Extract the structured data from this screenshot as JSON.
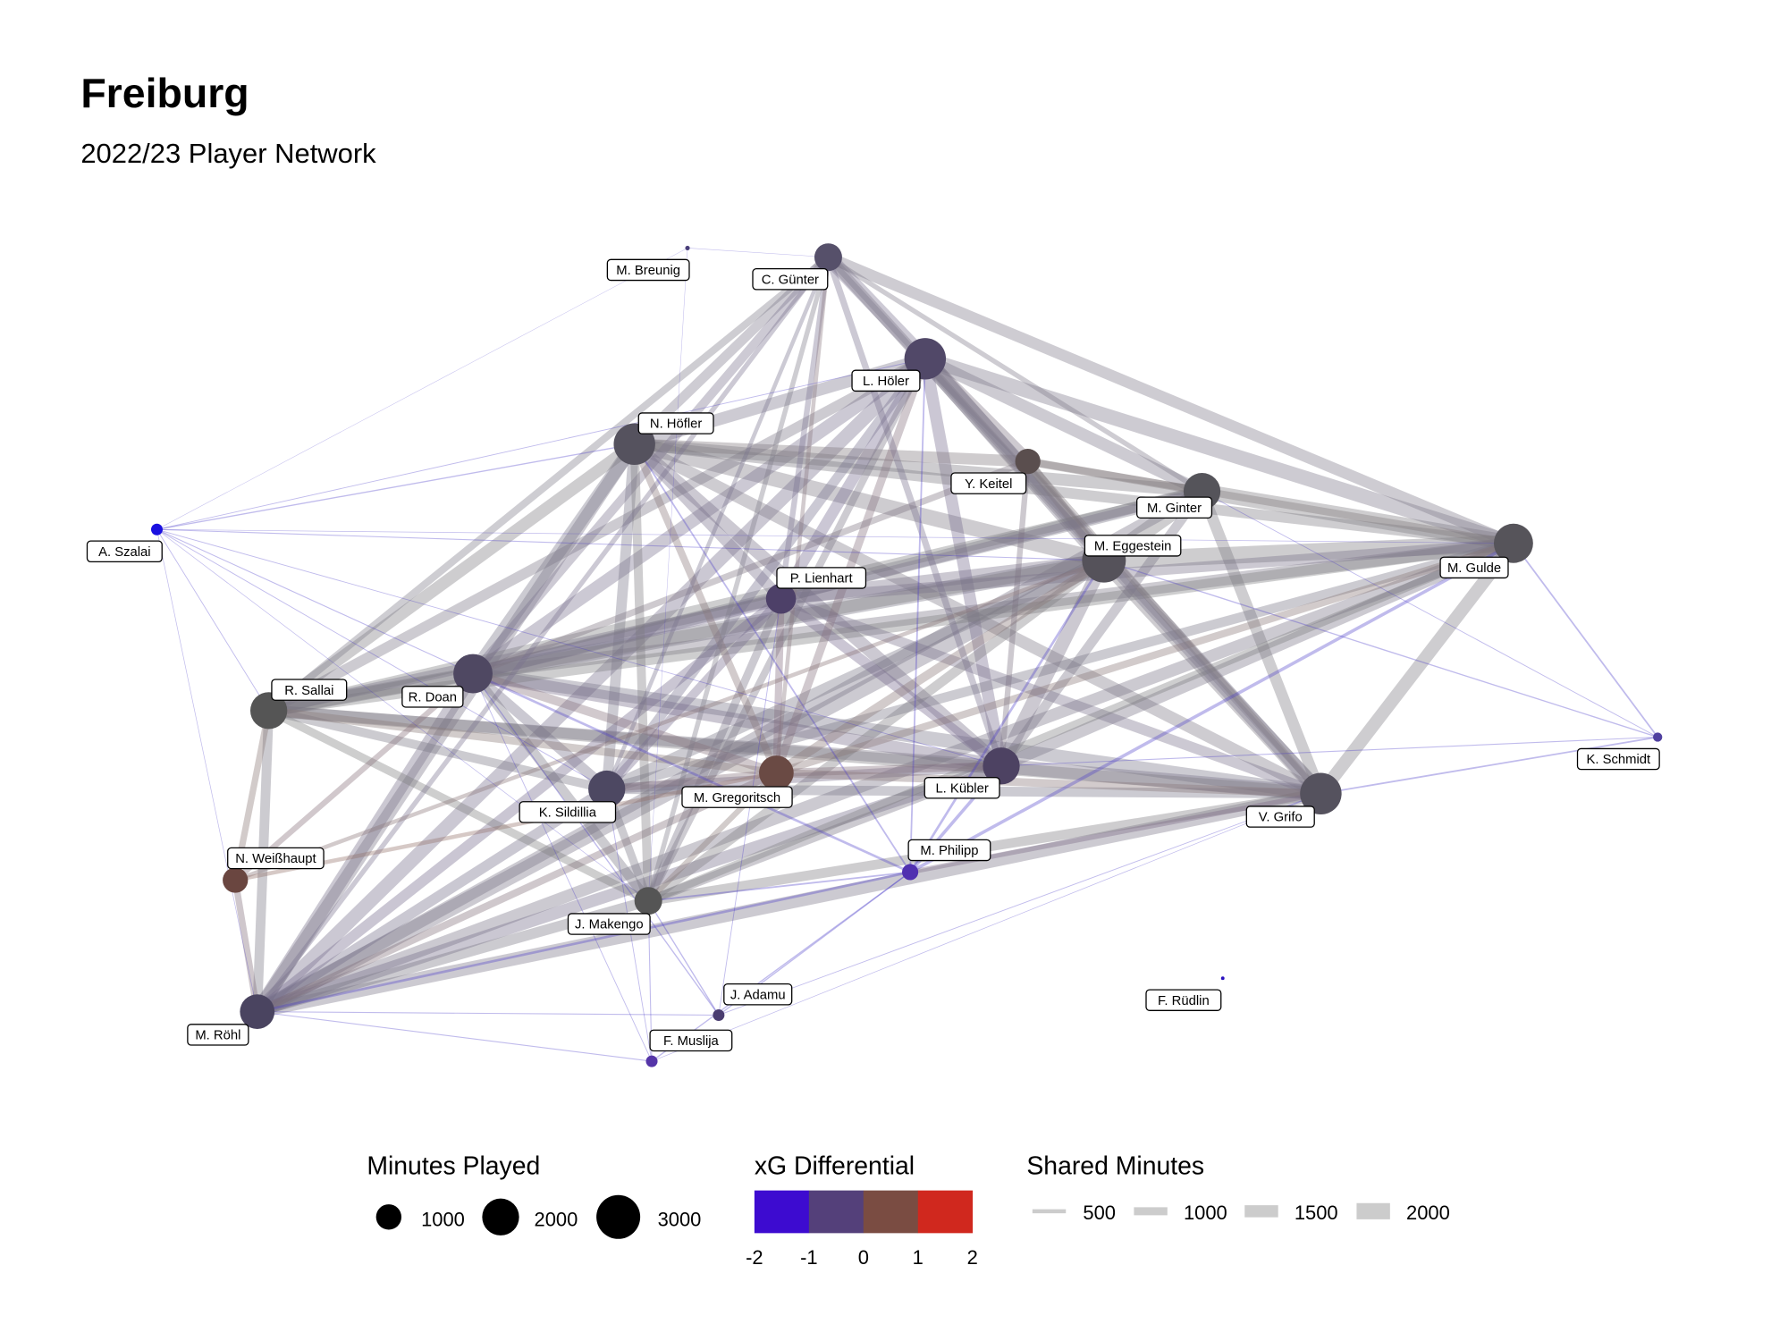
{
  "chart_data": {
    "type": "network",
    "title": "Freiburg",
    "subtitle": "2022/23 Player Network",
    "players": [
      {
        "name": "M. Breunig",
        "minutes": 30,
        "color": "#4a3f7a"
      },
      {
        "name": "C. Günter",
        "minutes": 1080,
        "color": "#56506a"
      },
      {
        "name": "L. Höler",
        "minutes": 2430,
        "color": "#514868"
      },
      {
        "name": "N. Höfler",
        "minutes": 2430,
        "color": "#55525e"
      },
      {
        "name": "Y. Keitel",
        "minutes": 900,
        "color": "#5a4e4e"
      },
      {
        "name": "M. Ginter",
        "minutes": 1920,
        "color": "#55545a"
      },
      {
        "name": "M. Eggestein",
        "minutes": 2700,
        "color": "#55525a"
      },
      {
        "name": "M. Gulde",
        "minutes": 2170,
        "color": "#56545a"
      },
      {
        "name": "A. Szalai",
        "minutes": 190,
        "color": "#1a10e0"
      },
      {
        "name": "P. Lienhart",
        "minutes": 1270,
        "color": "#4d4068"
      },
      {
        "name": "R. Sallai",
        "minutes": 1920,
        "color": "#555555"
      },
      {
        "name": "R. Doan",
        "minutes": 2170,
        "color": "#4f4862"
      },
      {
        "name": "K. Schmidt",
        "minutes": 120,
        "color": "#5040a0"
      },
      {
        "name": "L. Kübler",
        "minutes": 1920,
        "color": "#4d4262"
      },
      {
        "name": "M. Gregoritsch",
        "minutes": 1690,
        "color": "#6a4a44"
      },
      {
        "name": "K. Sildillia",
        "minutes": 1920,
        "color": "#4d4862"
      },
      {
        "name": "V. Grifo",
        "minutes": 2430,
        "color": "#55525e"
      },
      {
        "name": "M. Philipp",
        "minutes": 370,
        "color": "#5030b0"
      },
      {
        "name": "N. Weißhaupt",
        "minutes": 900,
        "color": "#6a4640"
      },
      {
        "name": "J. Makengo",
        "minutes": 1080,
        "color": "#555555"
      },
      {
        "name": "F. Rüdlin",
        "minutes": 15,
        "color": "#2a10c0"
      },
      {
        "name": "J. Adamu",
        "minutes": 190,
        "color": "#4a3d70"
      },
      {
        "name": "M. Röhl",
        "minutes": 1690,
        "color": "#4a4460"
      },
      {
        "name": "F. Muslija",
        "minutes": 190,
        "color": "#5535a8"
      }
    ],
    "edges": [
      [
        1,
        2,
        1800
      ],
      [
        1,
        3,
        1200
      ],
      [
        1,
        6,
        1300
      ],
      [
        1,
        7,
        1400
      ],
      [
        1,
        11,
        1100
      ],
      [
        1,
        13,
        800
      ],
      [
        1,
        9,
        700
      ],
      [
        1,
        10,
        900
      ],
      [
        1,
        5,
        600
      ],
      [
        1,
        16,
        700
      ],
      [
        1,
        22,
        600
      ],
      [
        1,
        14,
        500
      ],
      [
        1,
        15,
        500
      ],
      [
        1,
        19,
        600
      ],
      [
        2,
        3,
        1500
      ],
      [
        2,
        4,
        1700
      ],
      [
        2,
        5,
        1500
      ],
      [
        2,
        6,
        2000
      ],
      [
        2,
        7,
        1800
      ],
      [
        2,
        9,
        1400
      ],
      [
        2,
        10,
        1300
      ],
      [
        2,
        11,
        1600
      ],
      [
        2,
        13,
        1500
      ],
      [
        2,
        14,
        1000
      ],
      [
        2,
        15,
        1200
      ],
      [
        2,
        16,
        1700
      ],
      [
        2,
        19,
        900
      ],
      [
        2,
        22,
        1700
      ],
      [
        3,
        4,
        1400
      ],
      [
        3,
        5,
        1500
      ],
      [
        3,
        6,
        1900
      ],
      [
        3,
        7,
        1300
      ],
      [
        3,
        9,
        1400
      ],
      [
        3,
        10,
        1500
      ],
      [
        3,
        11,
        1700
      ],
      [
        3,
        13,
        1600
      ],
      [
        3,
        14,
        900
      ],
      [
        3,
        15,
        1300
      ],
      [
        3,
        16,
        1500
      ],
      [
        3,
        19,
        1100
      ],
      [
        3,
        22,
        1600
      ],
      [
        3,
        8,
        150
      ],
      [
        4,
        6,
        1200
      ],
      [
        4,
        5,
        1000
      ],
      [
        4,
        7,
        900
      ],
      [
        4,
        16,
        800
      ],
      [
        4,
        11,
        800
      ],
      [
        4,
        13,
        700
      ],
      [
        5,
        6,
        2000
      ],
      [
        5,
        7,
        1900
      ],
      [
        5,
        11,
        1600
      ],
      [
        5,
        16,
        1400
      ],
      [
        5,
        13,
        1200
      ],
      [
        5,
        10,
        1300
      ],
      [
        5,
        22,
        1500
      ],
      [
        5,
        9,
        1100
      ],
      [
        6,
        7,
        2100
      ],
      [
        6,
        9,
        1700
      ],
      [
        6,
        10,
        1500
      ],
      [
        6,
        11,
        2000
      ],
      [
        6,
        13,
        1700
      ],
      [
        6,
        14,
        1100
      ],
      [
        6,
        15,
        1400
      ],
      [
        6,
        16,
        1900
      ],
      [
        6,
        19,
        1200
      ],
      [
        6,
        22,
        1900
      ],
      [
        6,
        18,
        500
      ],
      [
        7,
        16,
        1600
      ],
      [
        7,
        11,
        1500
      ],
      [
        7,
        13,
        1500
      ],
      [
        7,
        10,
        1400
      ],
      [
        7,
        22,
        1500
      ],
      [
        7,
        14,
        900
      ],
      [
        7,
        15,
        1200
      ],
      [
        7,
        9,
        1300
      ],
      [
        7,
        19,
        1000
      ],
      [
        7,
        12,
        200
      ],
      [
        7,
        17,
        400
      ],
      [
        9,
        11,
        1600
      ],
      [
        9,
        13,
        1300
      ],
      [
        9,
        16,
        1300
      ],
      [
        9,
        22,
        1300
      ],
      [
        9,
        10,
        1200
      ],
      [
        9,
        15,
        1100
      ],
      [
        9,
        19,
        1000
      ],
      [
        9,
        14,
        900
      ],
      [
        10,
        11,
        1700
      ],
      [
        10,
        13,
        1400
      ],
      [
        10,
        16,
        1500
      ],
      [
        10,
        22,
        1200
      ],
      [
        10,
        18,
        800
      ],
      [
        10,
        14,
        1000
      ],
      [
        10,
        15,
        1100
      ],
      [
        10,
        19,
        1000
      ],
      [
        11,
        13,
        1600
      ],
      [
        11,
        16,
        1700
      ],
      [
        11,
        22,
        1700
      ],
      [
        11,
        15,
        1300
      ],
      [
        11,
        14,
        1100
      ],
      [
        11,
        19,
        1200
      ],
      [
        11,
        18,
        700
      ],
      [
        13,
        16,
        1800
      ],
      [
        13,
        22,
        1500
      ],
      [
        13,
        15,
        1200
      ],
      [
        13,
        14,
        1000
      ],
      [
        13,
        19,
        1100
      ],
      [
        13,
        17,
        400
      ],
      [
        14,
        16,
        1000
      ],
      [
        14,
        22,
        900
      ],
      [
        14,
        15,
        900
      ],
      [
        14,
        19,
        700
      ],
      [
        14,
        18,
        500
      ],
      [
        15,
        16,
        1200
      ],
      [
        15,
        22,
        1300
      ],
      [
        15,
        19,
        1000
      ],
      [
        16,
        22,
        1600
      ],
      [
        16,
        19,
        1200
      ],
      [
        16,
        17,
        600
      ],
      [
        16,
        12,
        200
      ],
      [
        19,
        22,
        1300
      ],
      [
        18,
        22,
        800
      ],
      [
        8,
        2,
        100
      ],
      [
        8,
        6,
        120
      ],
      [
        8,
        7,
        80
      ],
      [
        8,
        10,
        100
      ],
      [
        8,
        11,
        120
      ],
      [
        8,
        13,
        100
      ],
      [
        8,
        15,
        100
      ],
      [
        8,
        22,
        80
      ],
      [
        8,
        19,
        80
      ],
      [
        17,
        2,
        200
      ],
      [
        17,
        3,
        200
      ],
      [
        17,
        6,
        300
      ],
      [
        17,
        11,
        300
      ],
      [
        17,
        22,
        300
      ],
      [
        17,
        19,
        200
      ],
      [
        17,
        21,
        150
      ],
      [
        17,
        23,
        150
      ],
      [
        21,
        19,
        150
      ],
      [
        21,
        11,
        150
      ],
      [
        21,
        22,
        120
      ],
      [
        21,
        16,
        100
      ],
      [
        21,
        9,
        100
      ],
      [
        23,
        19,
        120
      ],
      [
        23,
        22,
        120
      ],
      [
        23,
        11,
        100
      ],
      [
        23,
        15,
        100
      ],
      [
        23,
        16,
        80
      ],
      [
        12,
        6,
        150
      ],
      [
        12,
        13,
        120
      ],
      [
        12,
        5,
        100
      ],
      [
        0,
        1,
        60
      ],
      [
        0,
        8,
        40
      ],
      [
        0,
        19,
        40
      ]
    ],
    "legend": {
      "size": {
        "title": "Minutes Played",
        "values": [
          1000,
          2000,
          3000
        ],
        "labels": [
          "1000",
          "2000",
          "3000"
        ]
      },
      "color": {
        "title": "xG Differential",
        "colors": [
          "#3d0bd0",
          "#54407a",
          "#7a4c42",
          "#d0281e"
        ],
        "ticks": [
          "-2",
          "-1",
          "0",
          "1",
          "2"
        ]
      },
      "width": {
        "title": "Shared Minutes",
        "values": [
          500,
          1000,
          1500,
          2000
        ],
        "labels": [
          "500",
          "1000",
          "1500",
          "2000"
        ],
        "color": "#cccccc"
      }
    }
  }
}
